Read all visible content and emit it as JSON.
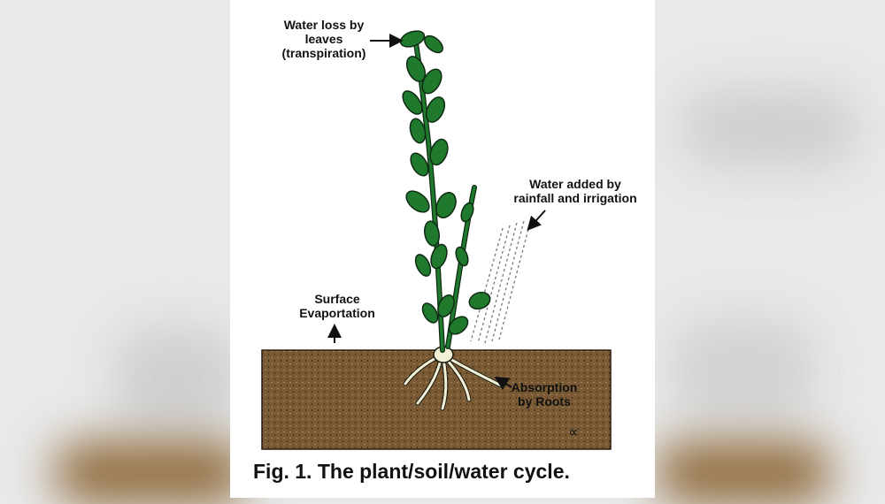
{
  "labels": {
    "transpiration": "Water loss by\nleaves\n(transpiration)",
    "rainfall": "Water added by\nrainfall and irrigation",
    "evaporation": "Surface\nEvaportation",
    "absorption": "Absorption\nby Roots",
    "signature": "∝"
  },
  "caption": "Fig. 1.  The plant/soil/water cycle.",
  "colors": {
    "soil": "#7a5a34",
    "leaf": "#1f7a2e",
    "leaf_outline": "#0f2a12",
    "root": "#f1f0d6",
    "background": "#e9e9e9"
  }
}
